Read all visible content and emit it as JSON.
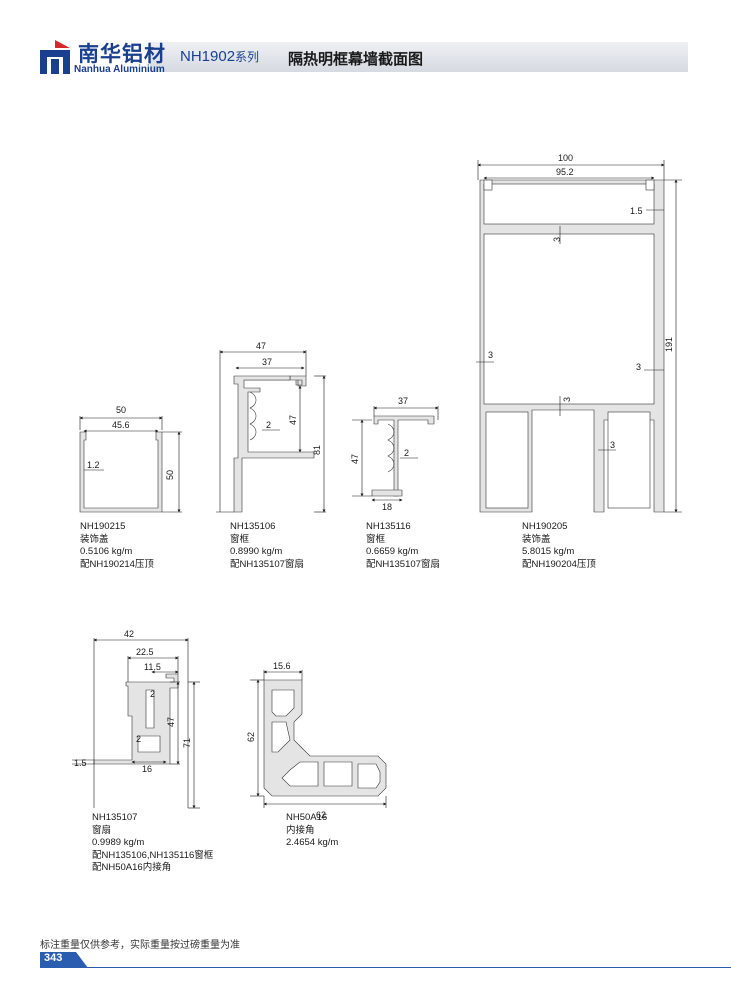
{
  "header": {
    "brand_cn": "南华铝材",
    "brand_en": "Nanhua Aluminium",
    "series": "NH1902",
    "series_suffix": "系列",
    "title": "隔热明框幕墙截面图"
  },
  "profiles": [
    {
      "code": "NH190215",
      "name": "装饰盖",
      "weight": "0.5106 kg/m",
      "note": "配NH190214压顶",
      "dims": [
        "50",
        "45.6",
        "1.2",
        "50"
      ]
    },
    {
      "code": "NH135106",
      "name": "窗框",
      "weight": "0.8990 kg/m",
      "note": "配NH135107窗扇",
      "dims": [
        "47",
        "37",
        "2",
        "47",
        "81"
      ]
    },
    {
      "code": "NH135116",
      "name": "窗框",
      "weight": "0.6659 kg/m",
      "note": "配NH135107窗扇",
      "dims": [
        "37",
        "2",
        "47",
        "18"
      ]
    },
    {
      "code": "NH190205",
      "name": "装饰盖",
      "weight": "5.8015 kg/m",
      "note": "配NH190204压顶",
      "dims": [
        "100",
        "95.2",
        "1.5",
        "3",
        "3",
        "3",
        "3",
        "3",
        "191"
      ]
    },
    {
      "code": "NH135107",
      "name": "窗扇",
      "weight": "0.9989 kg/m",
      "note": "配NH135106,NH135116窗框",
      "note2": "配NH50A16内接角",
      "dims": [
        "42",
        "22.5",
        "11.5",
        "2",
        "2",
        "47",
        "71",
        "1.5",
        "16"
      ]
    },
    {
      "code": "NH50A16",
      "name": "内接角",
      "weight": "2.4654 kg/m",
      "dims": [
        "15.6",
        "62",
        "62"
      ]
    }
  ],
  "footer": {
    "note": "标注重量仅供参考，实际重量按过磅重量为准",
    "page": "343"
  },
  "colors": {
    "brand_blue": "#1a3f8f",
    "logo_red": "#d8282f",
    "page_tab": "#2a5db0",
    "profile_fill": "#e4e4e4",
    "profile_stroke": "#333333"
  }
}
